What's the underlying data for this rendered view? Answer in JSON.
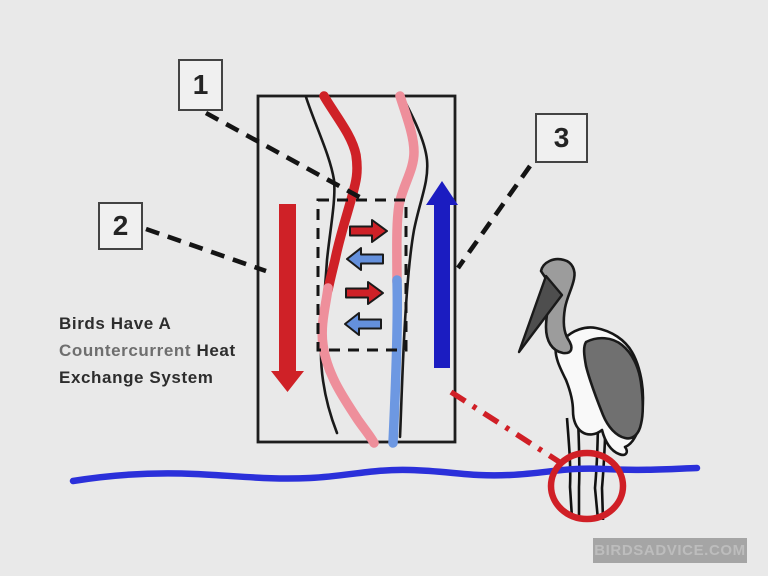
{
  "page": {
    "background": "#e9e9e9"
  },
  "callouts": {
    "box1": "1",
    "box2": "2",
    "box3": "3"
  },
  "caption": {
    "line1": "Birds Have A",
    "line2_light": "Countercurrent",
    "line2_bold": "Heat",
    "line3": "Exchange System"
  },
  "watermark": "BIRDSADVICE.COM",
  "colors": {
    "artery_red": "#cf2127",
    "artery_cooled_pink": "#ee8f9b",
    "vein_warmed_pink": "#ee8f9b",
    "vein_cold_blue": "#6d98e2",
    "flow_arrow_red": "#cf2127",
    "flow_arrow_deep_blue": "#1b1cc1",
    "heat_arrow_red": "#cf2127",
    "heat_arrow_light_blue": "#6490dc",
    "water_blue": "#2b30da",
    "highlight_red": "#d01f26",
    "outline_black": "#1a1a1a",
    "bird_wing_gray": "#707070",
    "bird_neck_gray": "#9c9c9c",
    "bird_beak_gray": "#4e4e4e",
    "bird_body_white": "#f9f9f9"
  }
}
